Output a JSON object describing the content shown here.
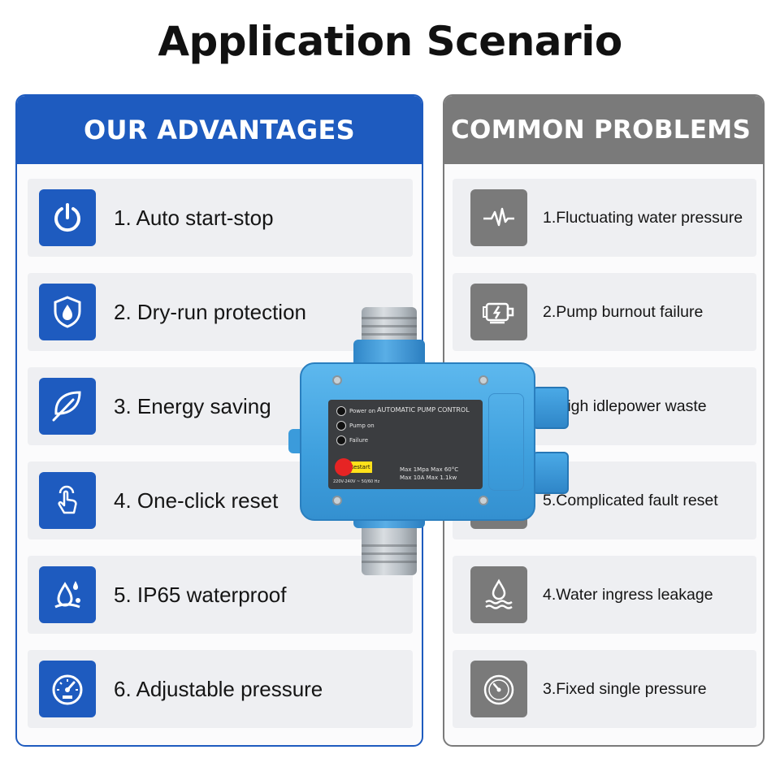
{
  "page_title": "Application Scenario",
  "colors": {
    "accent_blue": "#1e5bbf",
    "accent_gray": "#7a7a7a"
  },
  "advantages": {
    "header": "OUR ADVANTAGES",
    "items": [
      {
        "label": "1. Auto start-stop",
        "icon": "power-icon"
      },
      {
        "label": "2. Dry-run protection",
        "icon": "water-shield-icon"
      },
      {
        "label": "3. Energy saving",
        "icon": "leaf-icon"
      },
      {
        "label": "4. One-click reset",
        "icon": "tap-finger-icon"
      },
      {
        "label": "5. IP65 waterproof",
        "icon": "water-drops-icon"
      },
      {
        "label": "6. Adjustable pressure",
        "icon": "gauge-icon"
      }
    ]
  },
  "problems": {
    "header": "COMMON PROBLEMS",
    "items": [
      {
        "label": "1.Fluctuating water pressure",
        "icon": "pulse-icon"
      },
      {
        "label": "2.Pump burnout failure",
        "icon": "motor-icon"
      },
      {
        "label": "6.High idlepower waste",
        "icon": "plug-icon"
      },
      {
        "label": "5.Complicated fault reset",
        "icon": "reset-icon"
      },
      {
        "label": "4.Water ingress leakage",
        "icon": "water-drop-waves-icon"
      },
      {
        "label": "3.Fixed single pressure",
        "icon": "gauge-icon"
      }
    ]
  },
  "device": {
    "panel_title": "AUTOMATIC PUMP CONTROL",
    "leds": [
      "Power on",
      "Pump on",
      "Failure"
    ],
    "restart": "Restart",
    "voltage": "220V-240V ~ 50/60 Hz",
    "spec_1": "Max 1Mpa  Max 60°C",
    "spec_2": "Max 10A   Max 1.1kw"
  }
}
